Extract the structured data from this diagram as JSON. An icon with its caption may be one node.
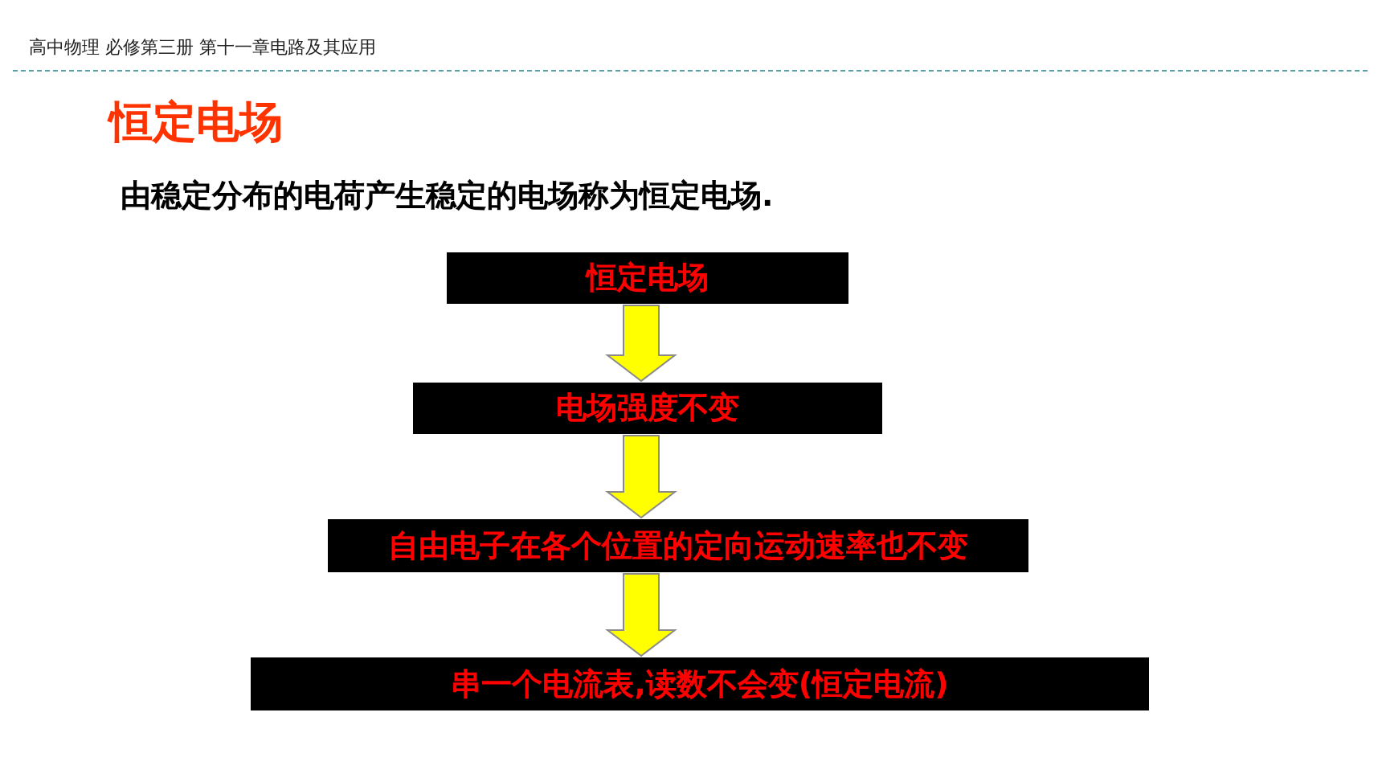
{
  "diagram": {
    "title": "恒定电场",
    "nodes": [
      {
        "text": [
          "恒定电场"
        ]
      },
      {
        "text": [
          "电场强度不变"
        ]
      },
      {
        "text": [
          "自由电子在各个位置的定向运动速率也不变"
        ]
      },
      {
        "text": [
          "串一个电流表,读数不会变(恒定电流)"
        ]
      }
    ],
    "edges": [
      {
        "from": 0,
        "to": 1,
        "arrow": "to"
      },
      {
        "from": 1,
        "to": 2,
        "arrow": "to"
      },
      {
        "from": 2,
        "to": 3,
        "arrow": "to"
      }
    ],
    "labels": [
      "高中物理 必修第三册 第十一章电路及其应用",
      "由稳定分布的电荷产生稳定的电场称为恒定电场."
    ]
  }
}
